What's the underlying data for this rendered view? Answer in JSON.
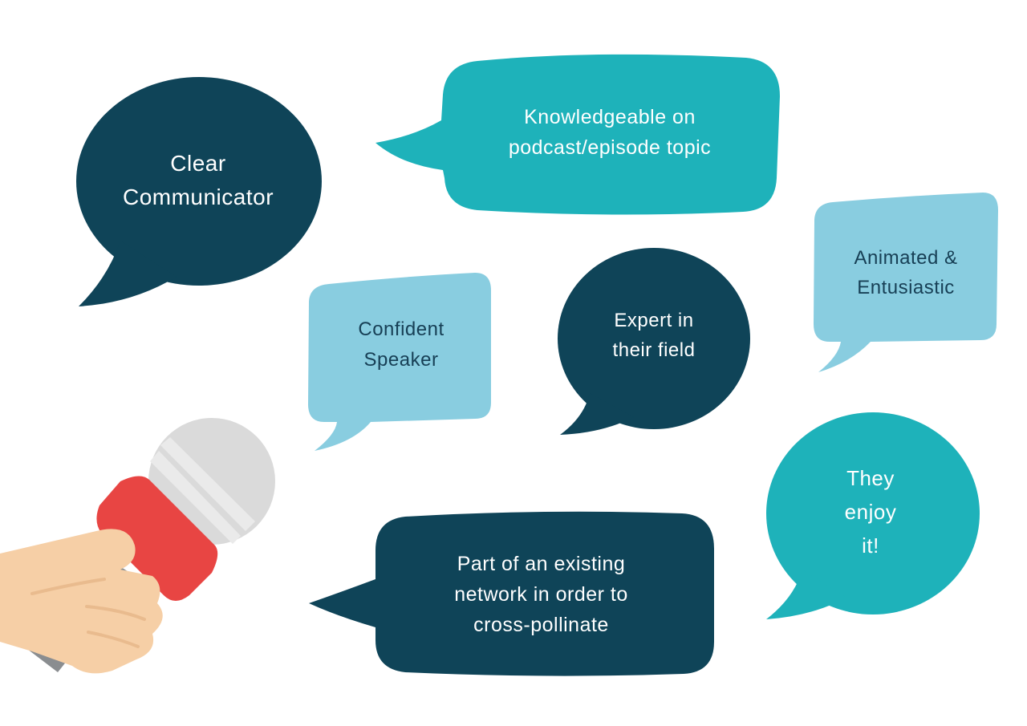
{
  "colors": {
    "dark_navy": "#0f4458",
    "teal": "#1eb2ba",
    "light_blue": "#89cde0",
    "navy_text": "#173f55",
    "mic_red": "#e84543",
    "mic_grey": "#dadada",
    "mic_band": "#eaeaea",
    "skin": "#f6cfa6",
    "handle": "#8a8d90"
  },
  "bubbles": {
    "clear_communicator": {
      "lines": [
        "Clear",
        "Communicator"
      ]
    },
    "knowledgeable": {
      "lines": [
        "Knowledgeable on",
        "podcast/episode topic"
      ]
    },
    "confident_speaker": {
      "lines": [
        "Confident",
        "Speaker"
      ]
    },
    "expert": {
      "lines": [
        "Expert in",
        "their field"
      ]
    },
    "animated": {
      "lines": [
        "Animated &",
        "Entusiastic"
      ]
    },
    "they_enjoy": {
      "lines": [
        "They",
        "enjoy",
        "it!"
      ]
    },
    "network": {
      "lines": [
        "Part of an existing",
        "network in order to",
        "cross-pollinate"
      ]
    }
  },
  "icons": {
    "microphone": "microphone-icon",
    "hand": "hand-icon"
  }
}
